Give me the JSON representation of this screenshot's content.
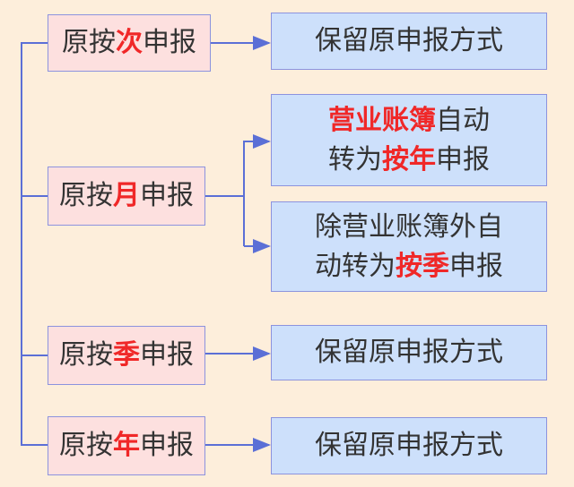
{
  "left": [
    {
      "pre": "原按",
      "hl": "次",
      "post": "申报"
    },
    {
      "pre": "原按",
      "hl": "月",
      "post": "申报"
    },
    {
      "pre": "原按",
      "hl": "季",
      "post": "申报"
    },
    {
      "pre": "原按",
      "hl": "年",
      "post": "申报"
    }
  ],
  "right": {
    "r1": "保留原申报方式",
    "r2": {
      "l1_hl": "营业账簿",
      "l1_post": "自动",
      "l2_pre": "转为",
      "l2_hl": "按年",
      "l2_post": "申报"
    },
    "r3": {
      "l1": "除营业账簿外自",
      "l2_pre": "动转为",
      "l2_hl": "按季",
      "l2_post": "申报"
    },
    "r4": "保留原申报方式",
    "r5": "保留原申报方式"
  },
  "colors": {
    "line": "#5b6fd6",
    "highlight": "#f02828",
    "left_fill": "#fde0df",
    "right_fill": "#cde0fb"
  }
}
